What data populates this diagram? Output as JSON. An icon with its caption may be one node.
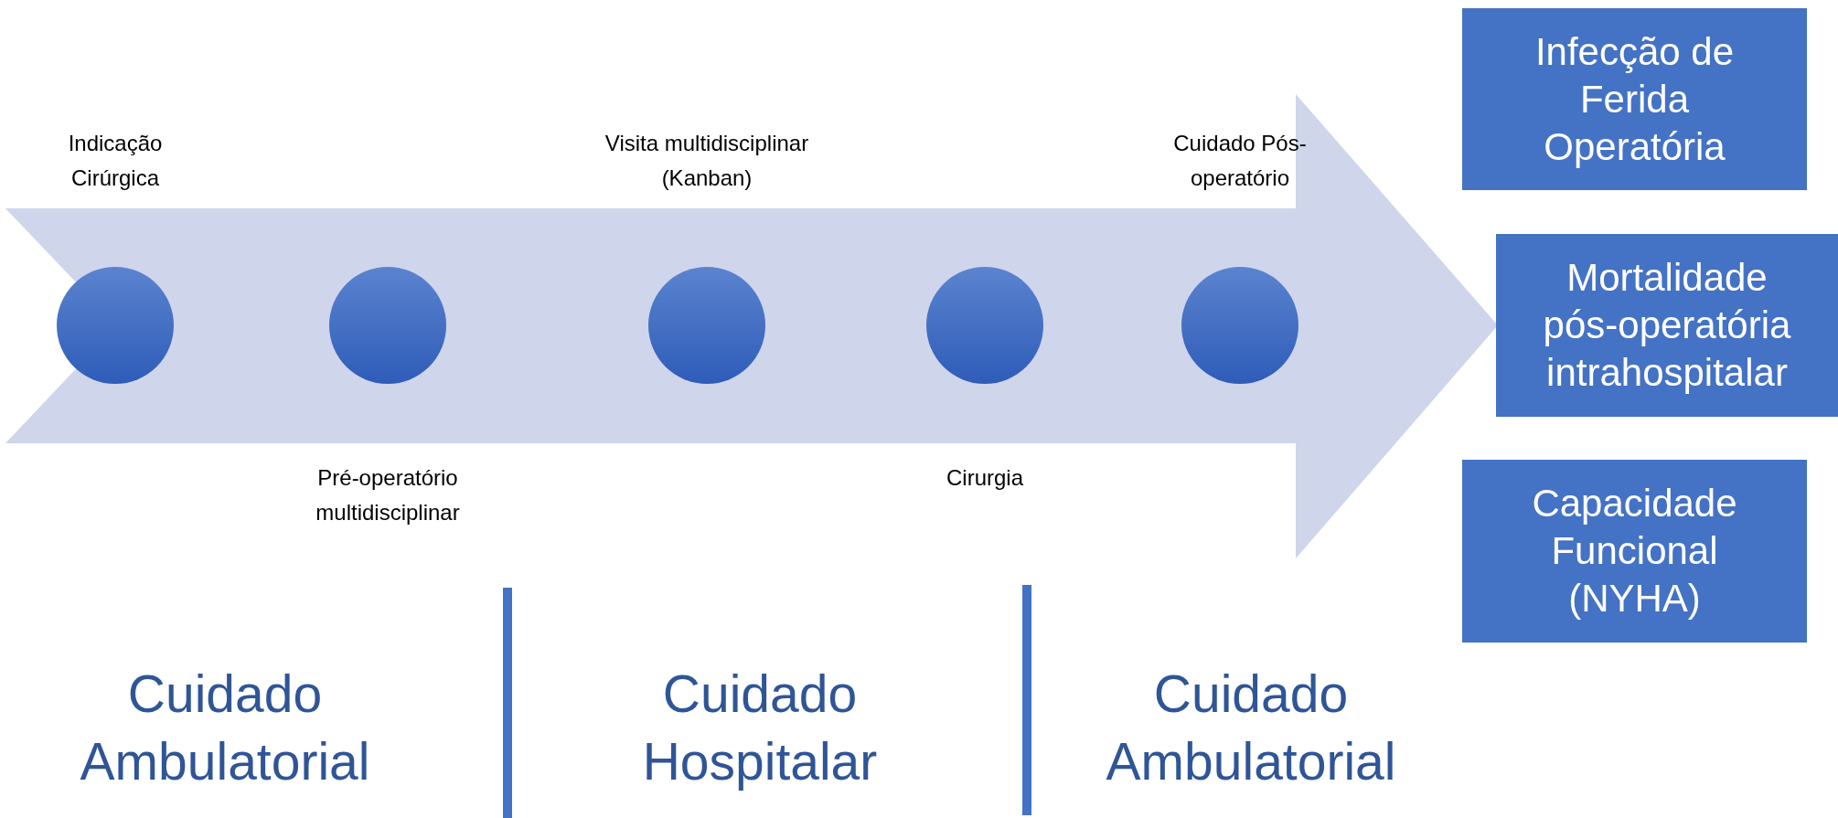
{
  "diagram": {
    "nodes": [
      {
        "text": [],
        "shape": "circle",
        "beside": [
          "Indicação Cirúrgica"
        ]
      },
      {
        "text": [],
        "shape": "circle",
        "beside": [
          "Pré-operatório multidisciplinar"
        ]
      },
      {
        "text": [],
        "shape": "circle",
        "beside": [
          "Visita multidisciplinar (Kanban)"
        ]
      },
      {
        "text": [],
        "shape": "circle",
        "beside": [
          "Cirurgia"
        ]
      },
      {
        "text": [],
        "shape": "circle",
        "beside": [
          "Cuidado Pós-operatório"
        ]
      },
      {
        "text": [
          "Infecção de Ferida Operatória"
        ]
      },
      {
        "text": [
          "Mortalidade pós-operatória intrahospitalar"
        ]
      },
      {
        "text": [
          "Capacidade Funcional (NYHA)"
        ]
      }
    ],
    "labels": [
      "Cuidado Ambulatorial",
      "Cuidado Hospitalar",
      "Cuidado Ambulatorial"
    ]
  }
}
